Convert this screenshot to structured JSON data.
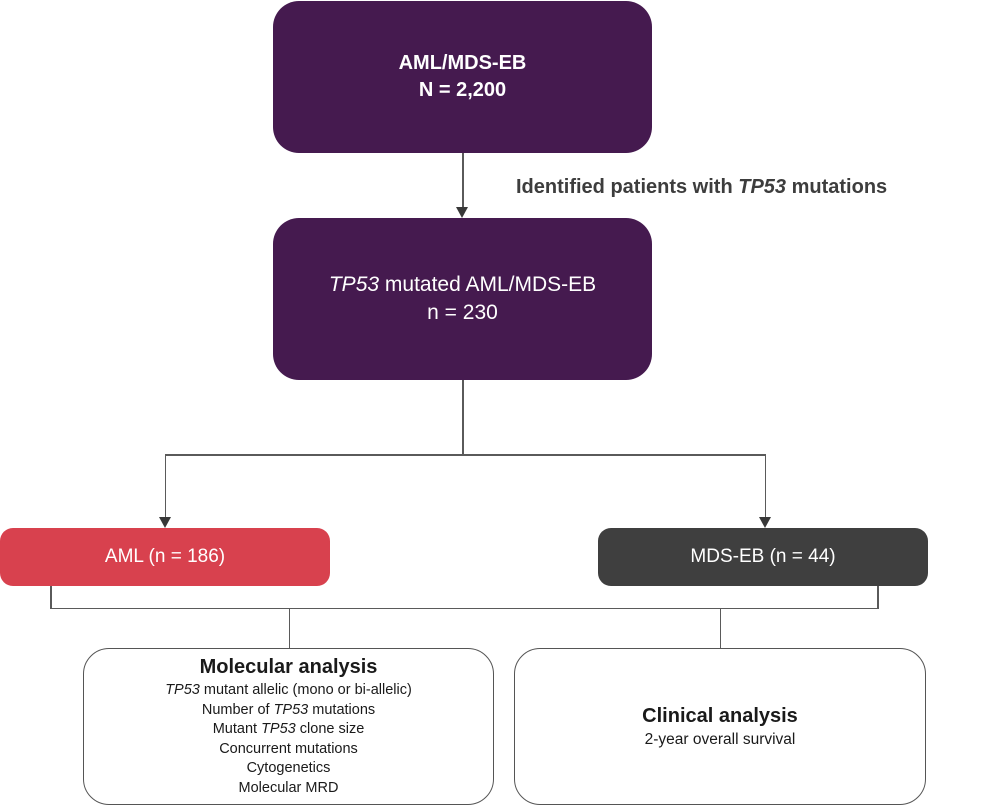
{
  "diagram": {
    "top_node": {
      "line1": "AML/MDS-EB",
      "line2": "N = 2,200"
    },
    "flow_label": {
      "pre": "Identified patients with ",
      "italic": "TP53",
      "post": " mutations"
    },
    "tp53_node": {
      "line1": {
        "pre": "",
        "italic": "TP53",
        "post": " mutated AML/MDS-EB"
      },
      "line2": "n = 230"
    },
    "aml_node": {
      "label": "AML (n = 186)"
    },
    "mdseb_node": {
      "label": "MDS-EB (n = 44)"
    },
    "molecular_node": {
      "title": "Molecular analysis",
      "items": [
        {
          "pre": "",
          "italic": "TP53",
          "post": " mutant allelic (mono or bi-allelic)"
        },
        {
          "pre": "Number of ",
          "italic": "TP53",
          "post": " mutations"
        },
        {
          "pre": "Mutant ",
          "italic": "TP53",
          "post": " clone size"
        },
        {
          "pre": "Concurrent mutations",
          "italic": "",
          "post": ""
        },
        {
          "pre": "Cytogenetics",
          "italic": "",
          "post": ""
        },
        {
          "pre": "Molecular MRD",
          "italic": "",
          "post": ""
        }
      ]
    },
    "clinical_node": {
      "title": "Clinical analysis",
      "subtitle": "2-year overall survival"
    }
  },
  "colors": {
    "purple_node": "#451a4f",
    "red_node": "#d8414e",
    "dark_node": "#3f3f3f",
    "connector_line": "#5a5a5a",
    "arrowhead": "#383838",
    "label_text": "#3d3d3d",
    "node_text": "#ffffff",
    "white_node_border": "#555555"
  }
}
